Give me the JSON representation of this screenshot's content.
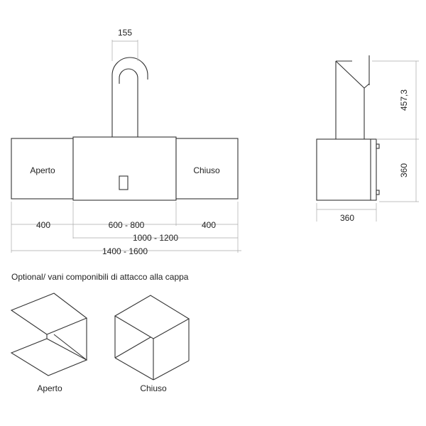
{
  "front_view": {
    "flue_diameter": "155",
    "left_panel": "Aperto",
    "right_panel": "Chiuso",
    "dim_left": "400",
    "dim_center": "600 - 800",
    "dim_right": "400",
    "dim_mid_total": "1000 - 1200",
    "dim_total": "1400 - 1600"
  },
  "side_view": {
    "chimney_height": "457,3",
    "box_height": "360",
    "box_width": "360"
  },
  "optional": {
    "title": "Optional/  vani componibili di attacco alla cappa",
    "open_label": "Aperto",
    "closed_label": "Chiuso"
  }
}
